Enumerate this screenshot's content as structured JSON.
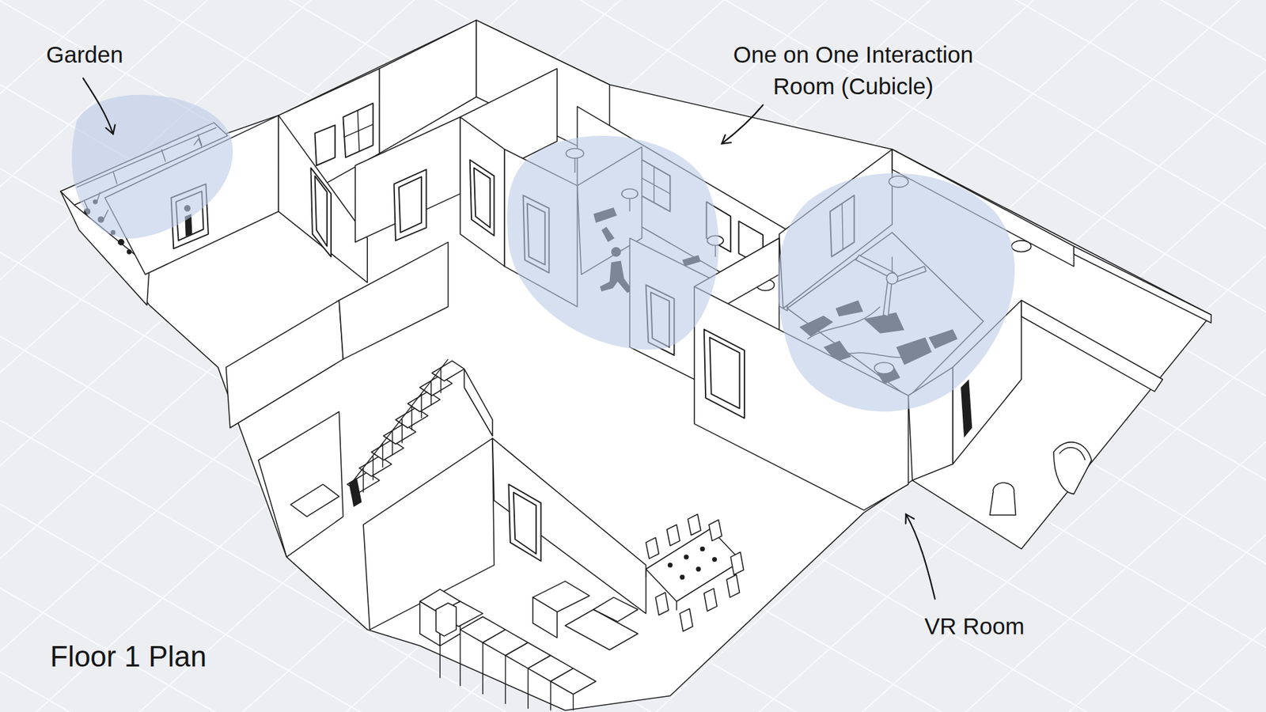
{
  "diagram": {
    "title": "Floor 1 Plan",
    "labels": [
      "Garden",
      "One on One Interaction Room (Cubicle)",
      "VR Room"
    ]
  }
}
